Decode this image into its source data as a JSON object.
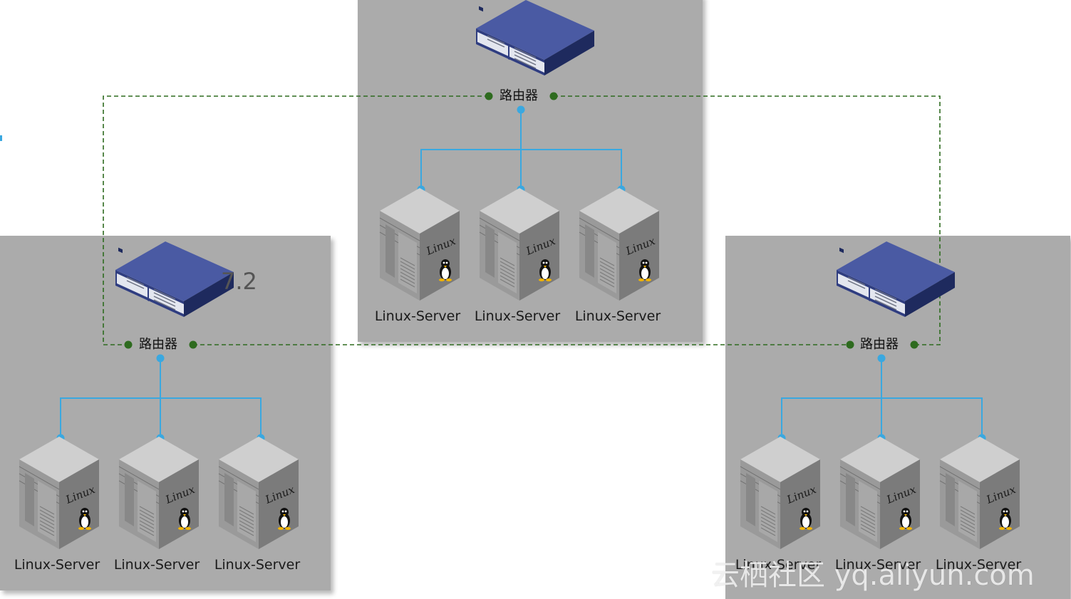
{
  "nodes": {
    "top": {
      "router": {
        "label": "路由器"
      },
      "servers": [
        {
          "label": "Linux-Server",
          "logo": "Linux"
        },
        {
          "label": "Linux-Server",
          "logo": "Linux"
        },
        {
          "label": "Linux-Server",
          "logo": "Linux"
        }
      ]
    },
    "left": {
      "router": {
        "label": "路由器"
      },
      "partial_label": "7.2",
      "servers": [
        {
          "label": "Linux-Server",
          "logo": "Linux"
        },
        {
          "label": "Linux-Server",
          "logo": "Linux"
        },
        {
          "label": "Linux-Server",
          "logo": "Linux"
        }
      ]
    },
    "right": {
      "router": {
        "label": "路由器"
      },
      "servers": [
        {
          "label": "Linux-Server",
          "logo": "Linux"
        },
        {
          "label": "Linux-Server",
          "logo": "Linux"
        },
        {
          "label": "Linux-Server",
          "logo": "Linux"
        }
      ]
    }
  },
  "edges": [
    {
      "from": "top.router",
      "to": "left.router",
      "style": "dashed"
    },
    {
      "from": "top.router",
      "to": "right.router",
      "style": "dashed"
    },
    {
      "from": "left.router",
      "to": "right.router",
      "style": "dashed"
    }
  ],
  "watermark": "云栖社区 yq.aliyun.com",
  "colors": {
    "panel": "#ababab",
    "dashed_link": "#2e6b1f",
    "lan_link": "#3aa8e0",
    "router_body": "#3f4f94",
    "server_body": "#8a8a8a"
  }
}
